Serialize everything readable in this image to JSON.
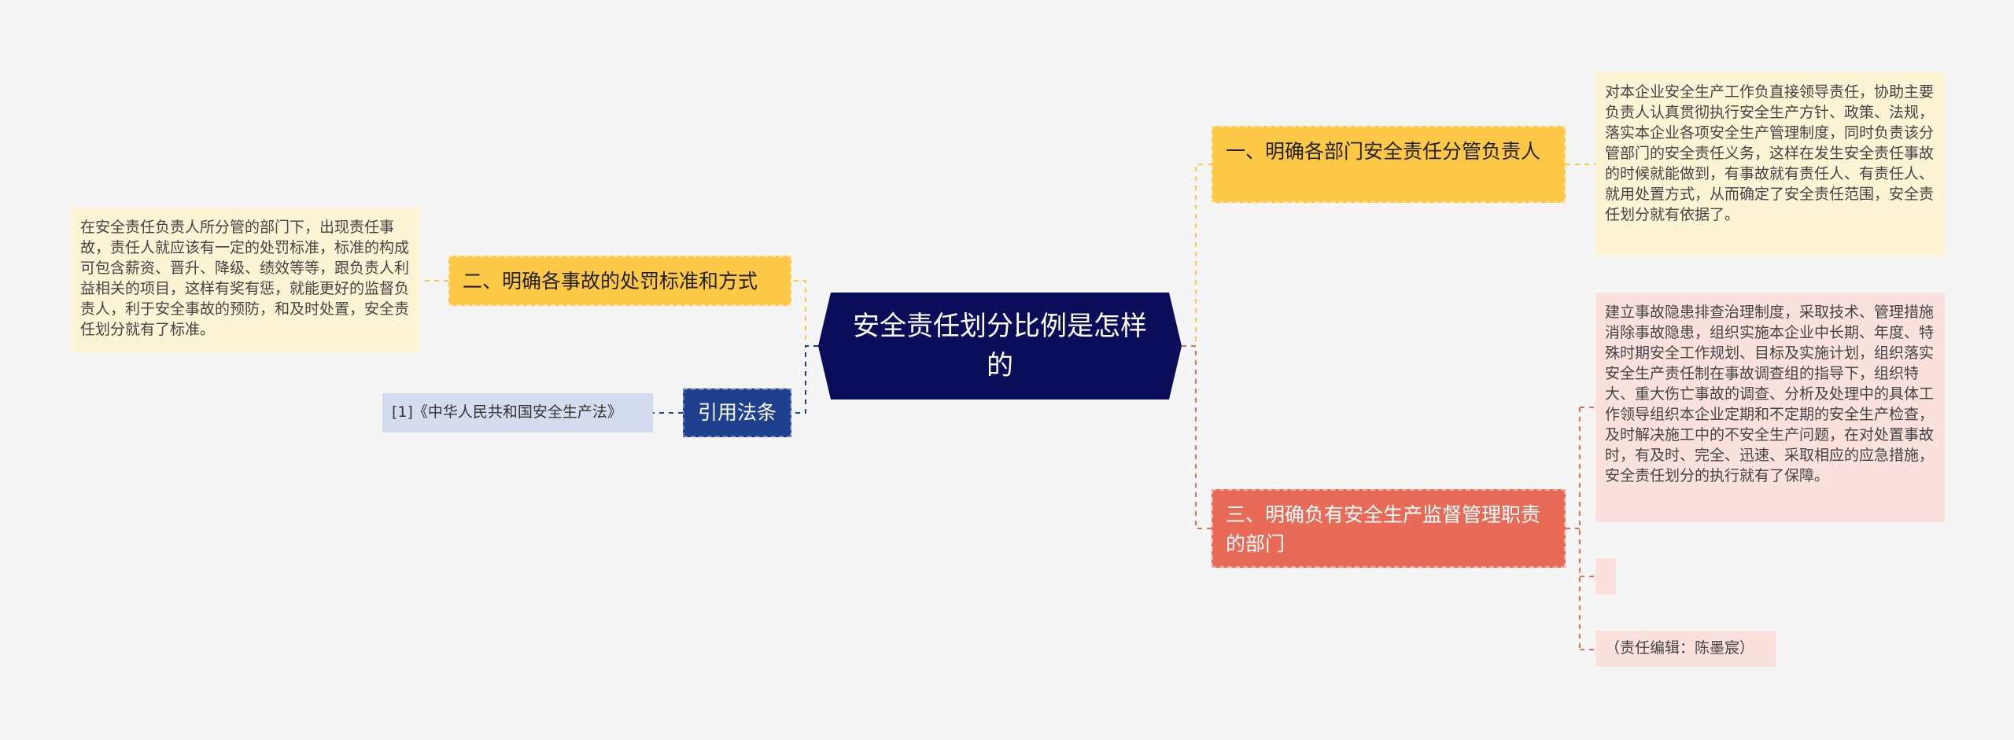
{
  "central_topic": "安全责任划分比例是怎样的",
  "branches": [
    {
      "label": "一、明确各部门安全责任分管负责人",
      "detail": "对本企业安全生产工作负直接领导责任，协助主要负责人认真贯彻执行安全生产方针、政策、法规，落实本企业各项安全生产管理制度，同时负责该分管部门的安全责任义务，这样在发生安全责任事故的时候就能做到，有事故就有责任人、有责任人、就用处置方式，从而确定了安全责任范围，安全责任划分就有依据了。"
    },
    {
      "label": "二、明确各事故的处罚标准和方式",
      "detail": "在安全责任负责人所分管的部门下，出现责任事故，责任人就应该有一定的处罚标准，标准的构成可包含薪资、晋升、降级、绩效等等，跟负责人利益相关的项目，这样有奖有惩，就能更好的监督负责人，利于安全事故的预防，和及时处置，安全责任划分就有了标准。"
    },
    {
      "label": "三、明确负有安全生产监督管理职责的部门",
      "detail": "建立事故隐患排查治理制度，采取技术、管理措施消除事故隐患，组织实施本企业中长期、年度、特殊时期安全工作规划、目标及实施计划，组织落实安全生产责任制在事故调查组的指导下，组织特大、重大伤亡事故的调查、分析及处理中的具体工作领导组织本企业定期和不定期的安全生产检查，及时解决施工中的不安全生产问题，在对处置事故时，有及时、完全、迅速、采取相应的应急措施，安全责任划分的执行就有了保障。",
      "extra": "",
      "editor": "（责任编辑：陈墨宸）"
    },
    {
      "label": "引用法条",
      "detail": "[1]《中华人民共和国安全生产法》"
    }
  ],
  "colors": {
    "background": "#f5f5f6",
    "center": "#0b0d5a",
    "yellow": "#fcc845",
    "red": "#e96b57",
    "blue": "#1f3f8f",
    "yellow_leaf": "#fdf3d5",
    "red_leaf": "#fbe1dd",
    "blue_leaf": "#d6dcef"
  }
}
